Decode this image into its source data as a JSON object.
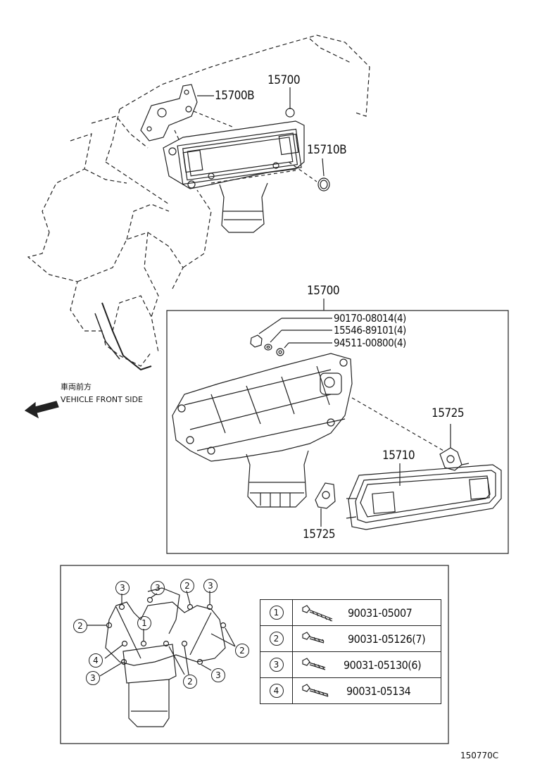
{
  "labels": {
    "top_cooler": "15700",
    "bracket": "15700B",
    "oring": "15710B",
    "detail_assembly": "15700",
    "nut": "90170-08014(4)",
    "washer": "15546-89101(4)",
    "washer2": "94511-00800(4)",
    "gasket_right": "15725",
    "element": "15710",
    "gasket_bottom": "15725",
    "direction_jp": "車両前方",
    "direction_en": "VEHICLE FRONT SIDE",
    "diagram_code": "150770C"
  },
  "fastener_table": [
    {
      "index": "1",
      "part": "90031-05007"
    },
    {
      "index": "2",
      "part": "90031-05126(7)"
    },
    {
      "index": "3",
      "part": "90031-05130(6)"
    },
    {
      "index": "4",
      "part": "90031-05134"
    }
  ],
  "bolt_callouts": {
    "c1": "3",
    "c2": "3",
    "c3": "2",
    "c4": "3",
    "c5": "2",
    "c6": "1",
    "c7": "2",
    "c8": "4",
    "c9": "3",
    "c10": "2",
    "c11": "3"
  }
}
